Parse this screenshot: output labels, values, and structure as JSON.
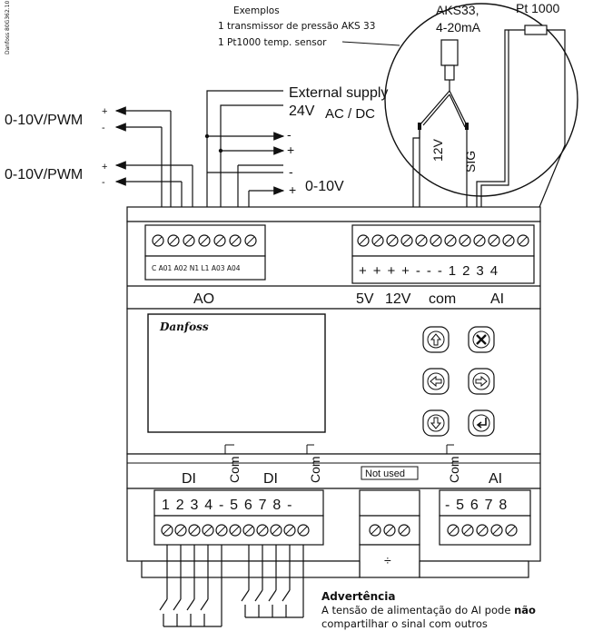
{
  "doc_id": "Danfoss\n80G362.10",
  "examples": {
    "title": "Exemplos",
    "line1": "1 transmissor de pressão AKS 33",
    "line2": "1 Pt1000 temp. sensor"
  },
  "sensor": {
    "aks_label_1": "AKS33,",
    "aks_label_2": "4-20mA",
    "pt_label": "Pt 1000",
    "pin_12v": "12V",
    "pin_sig": "SIG"
  },
  "left_signals": {
    "pwm1": "0-10V/PWM",
    "pwm2": "0-10V/PWM",
    "plus": "+",
    "minus": "-"
  },
  "supply": {
    "line1": "External supply",
    "line2_a": "24V",
    "line2_b": "AC / DC"
  },
  "output_010": "0-10V",
  "ao_block": {
    "terminals": "C  A01 A02 N1  L1 A03 A04",
    "label": "AO"
  },
  "ai_top_block": {
    "signs": "+ + + + -  -  -  1 2 3 4",
    "label_5v": "5V",
    "label_12v": "12V",
    "label_com": "com",
    "label_ai": "AI"
  },
  "logo": "Danfoss",
  "bottom": {
    "di_1": "DI",
    "com_1": "Com",
    "di_2": "DI",
    "com_2": "Com",
    "not_used": "Not used",
    "com_3": "Com",
    "ai": "AI",
    "di_numbers": "1 2 3 4  -  5 6 7 8  -",
    "ai_numbers": "-  5 6 7 8",
    "ground_symbol": "÷"
  },
  "warning": {
    "title": "Advertência",
    "text_a": "A tensão de alimentação do AI pode ",
    "text_bold": "não",
    "text_b": "compartilhar o sinal com outros"
  }
}
